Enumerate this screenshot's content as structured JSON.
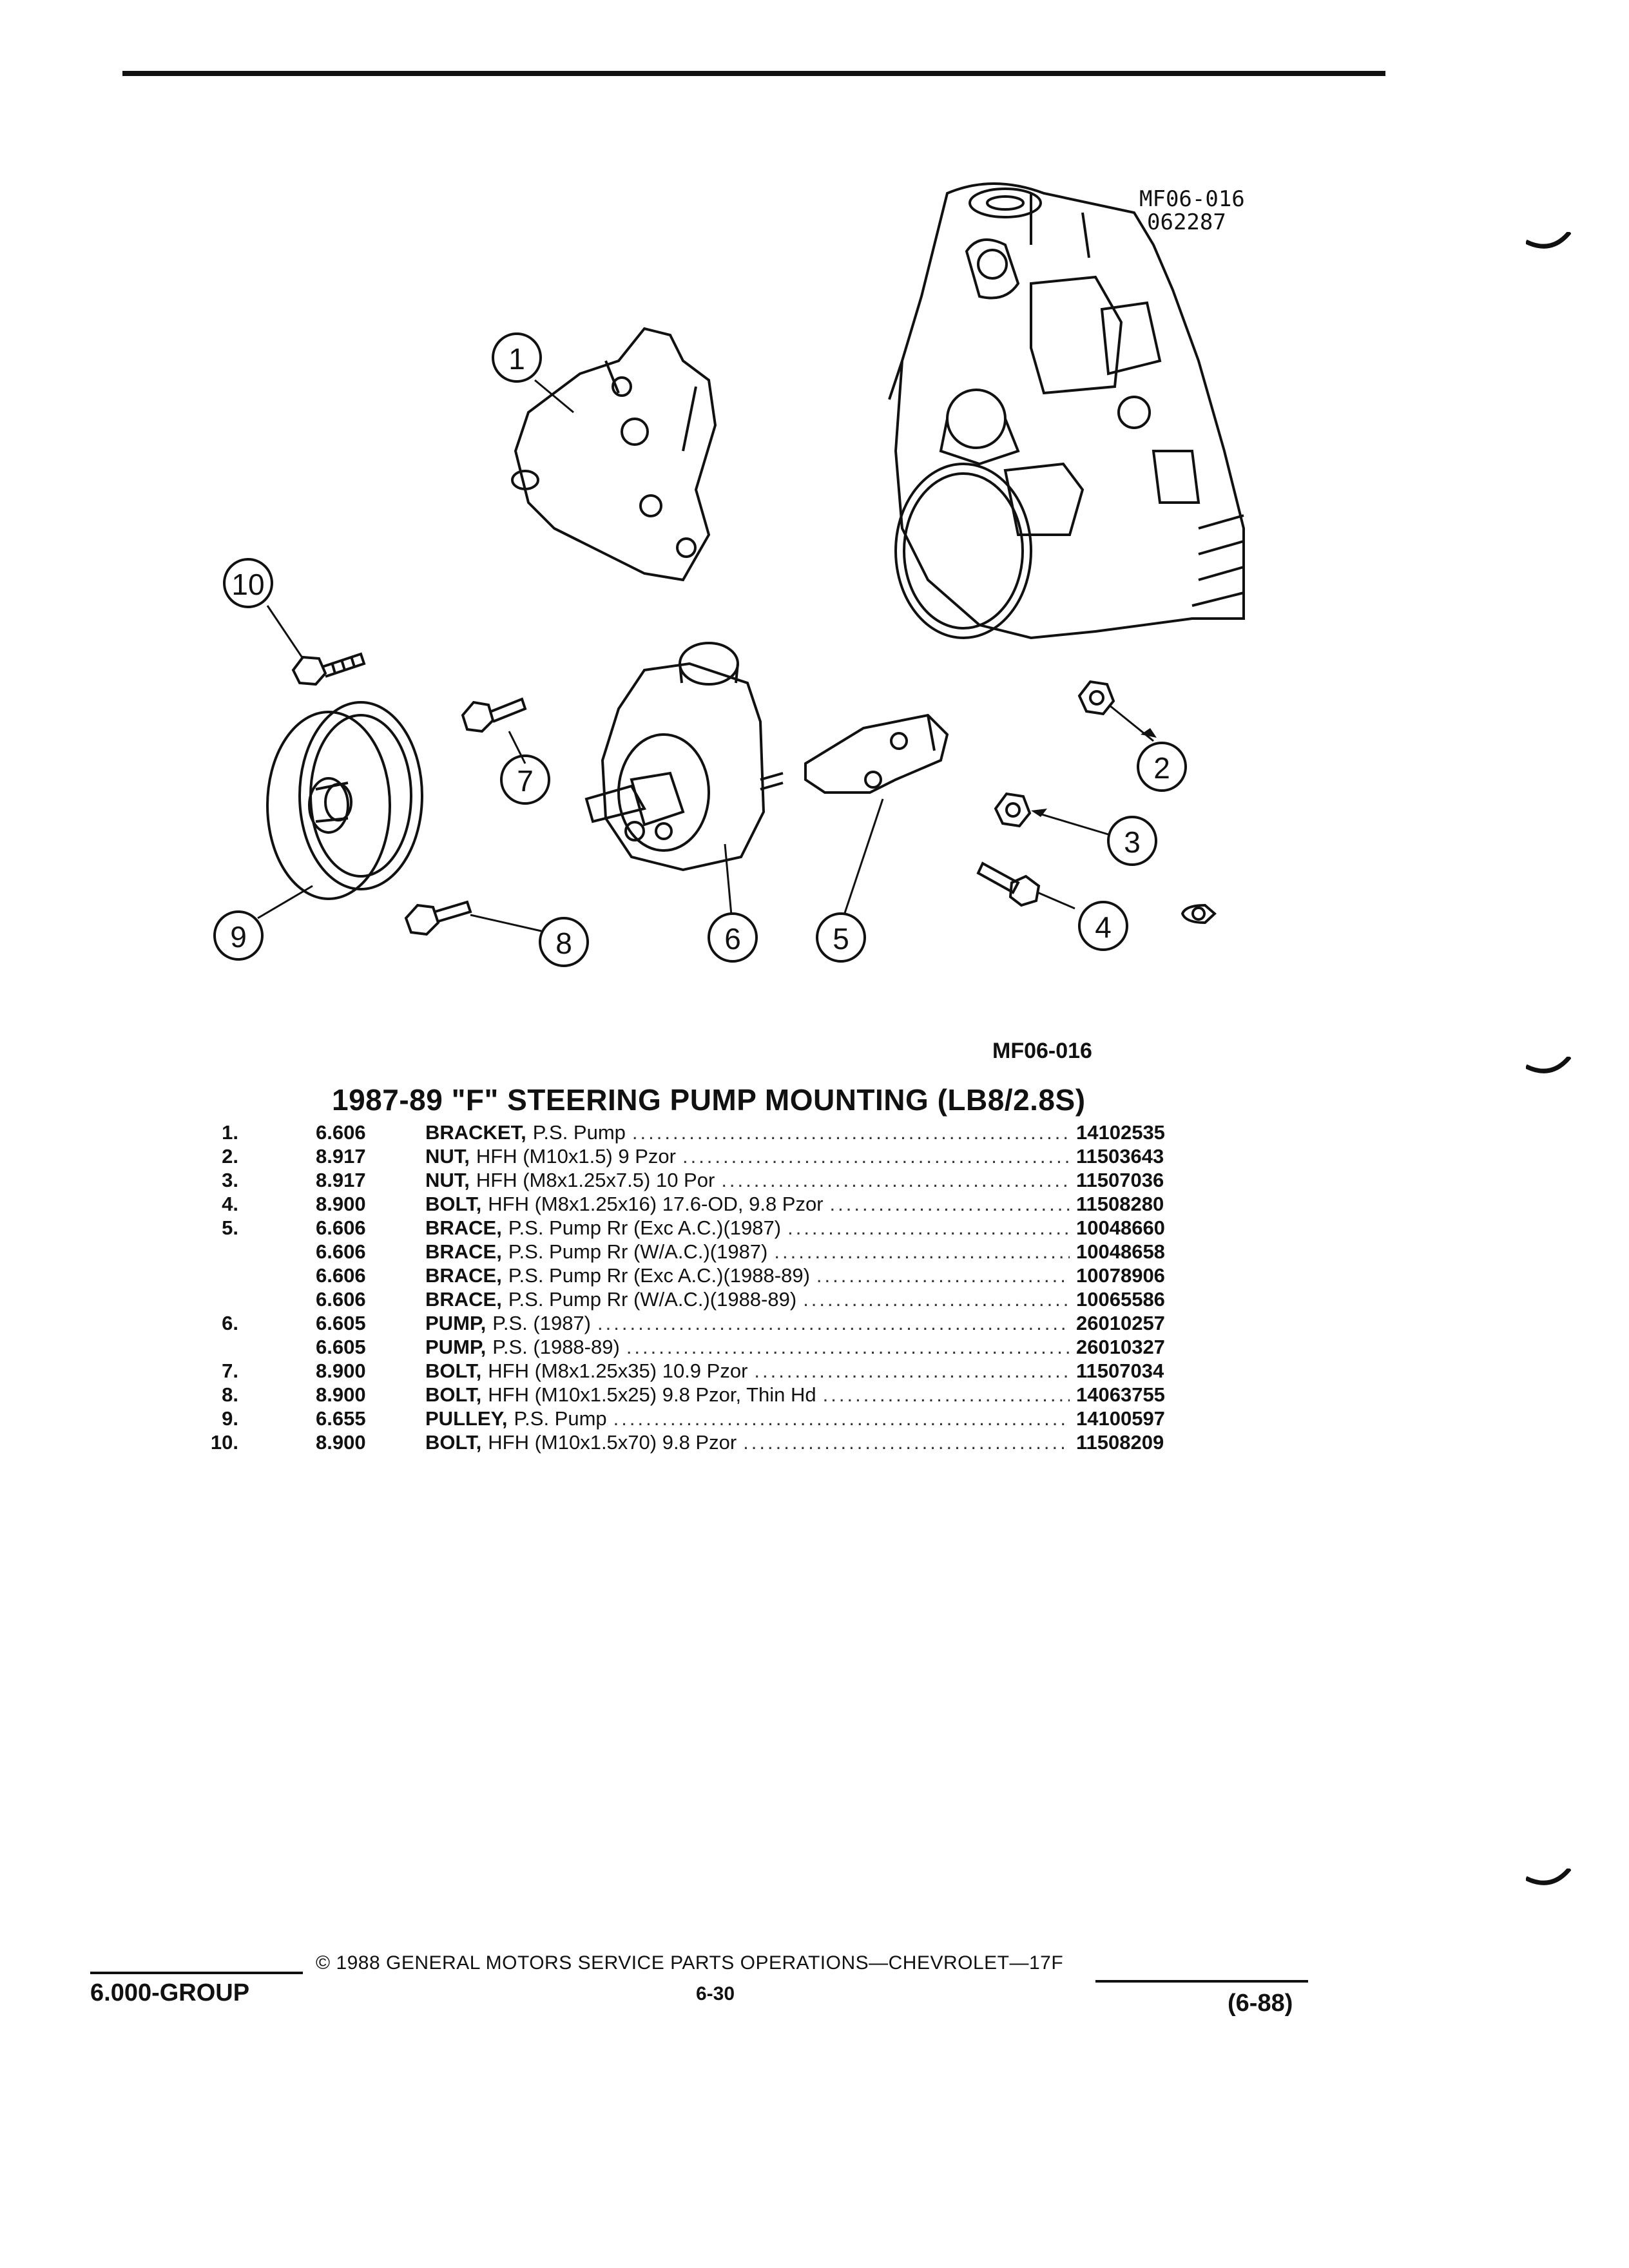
{
  "diagram": {
    "ref_code": "MF06-016",
    "ref_date": "062287",
    "callouts": [
      "1",
      "2",
      "3",
      "4",
      "5",
      "6",
      "7",
      "8",
      "9",
      "10"
    ]
  },
  "figure_code": "MF06-016",
  "title": "1987-89 \"F\" STEERING PUMP MOUNTING (LB8/2.8S)",
  "parts": [
    {
      "num": "1.",
      "group": "6.606",
      "name": "BRACKET,",
      "spec": "P.S. Pump",
      "part": "14102535"
    },
    {
      "num": "2.",
      "group": "8.917",
      "name": "NUT,",
      "spec": "HFH (M10x1.5) 9 Pzor",
      "part": "11503643"
    },
    {
      "num": "3.",
      "group": "8.917",
      "name": "NUT,",
      "spec": "HFH (M8x1.25x7.5) 10 Por",
      "part": "11507036"
    },
    {
      "num": "4.",
      "group": "8.900",
      "name": "BOLT,",
      "spec": "HFH (M8x1.25x16) 17.6-OD, 9.8 Pzor",
      "part": "11508280"
    },
    {
      "num": "5.",
      "group": "6.606",
      "name": "BRACE,",
      "spec": "P.S. Pump Rr (Exc A.C.)(1987)",
      "part": "10048660"
    },
    {
      "num": "",
      "group": "6.606",
      "name": "BRACE,",
      "spec": "P.S. Pump Rr (W/A.C.)(1987)",
      "part": "10048658"
    },
    {
      "num": "",
      "group": "6.606",
      "name": "BRACE,",
      "spec": "P.S. Pump Rr (Exc A.C.)(1988-89)",
      "part": "10078906"
    },
    {
      "num": "",
      "group": "6.606",
      "name": "BRACE,",
      "spec": "P.S. Pump Rr (W/A.C.)(1988-89)",
      "part": "10065586"
    },
    {
      "num": "6.",
      "group": "6.605",
      "name": "PUMP,",
      "spec": "P.S. (1987)",
      "part": "26010257"
    },
    {
      "num": "",
      "group": "6.605",
      "name": "PUMP,",
      "spec": "P.S. (1988-89)",
      "part": "26010327"
    },
    {
      "num": "7.",
      "group": "8.900",
      "name": "BOLT,",
      "spec": "HFH (M8x1.25x35) 10.9 Pzor",
      "part": "11507034"
    },
    {
      "num": "8.",
      "group": "8.900",
      "name": "BOLT,",
      "spec": "HFH (M10x1.5x25) 9.8 Pzor, Thin Hd",
      "part": "14063755"
    },
    {
      "num": "9.",
      "group": "6.655",
      "name": "PULLEY,",
      "spec": "P.S. Pump",
      "part": "14100597"
    },
    {
      "num": "10.",
      "group": "8.900",
      "name": "BOLT,",
      "spec": "HFH (M10x1.5x70) 9.8 Pzor",
      "part": "11508209"
    }
  ],
  "footer": {
    "group": "6.000-GROUP",
    "copyright": "© 1988 GENERAL MOTORS SERVICE PARTS OPERATIONS—CHEVROLET—17F",
    "page": "6-30",
    "date": "(6-88)"
  }
}
